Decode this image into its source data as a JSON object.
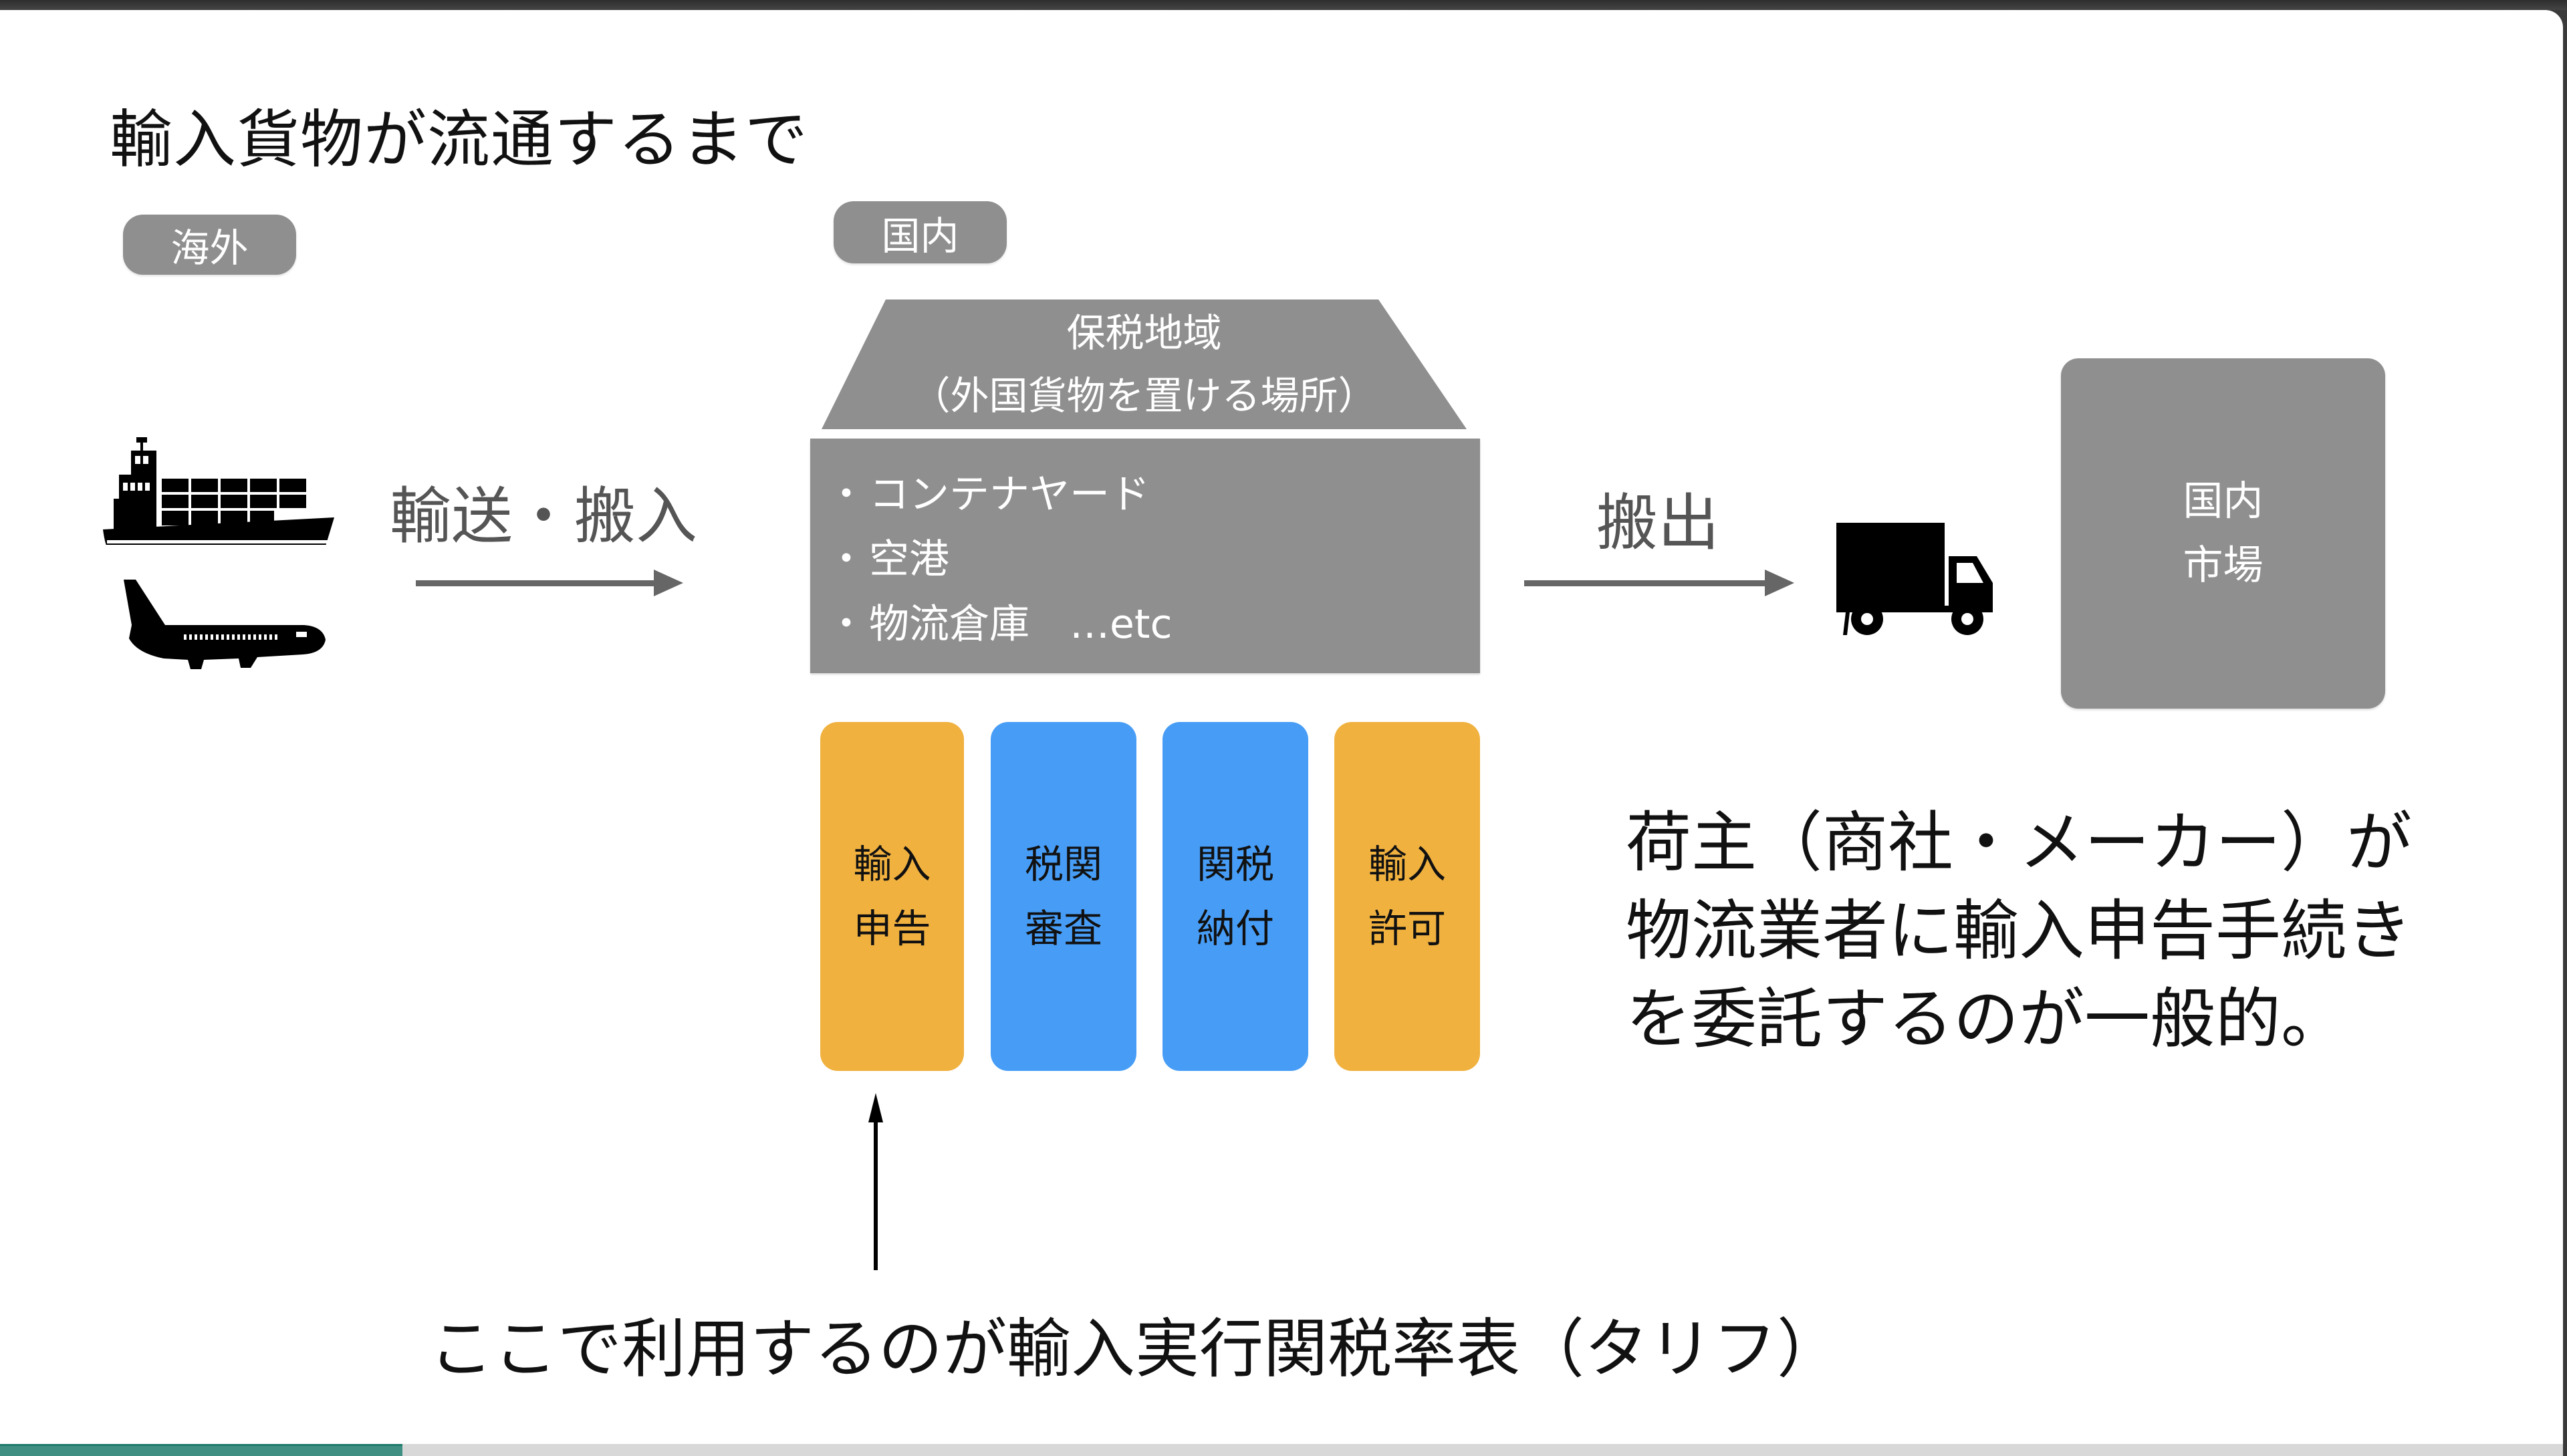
{
  "slide": {
    "title": "輸入貨物が流通するまで",
    "badges": {
      "overseas": "海外",
      "domestic": "国内"
    },
    "bonded_area": {
      "title_line1": "保税地域",
      "title_line2": "（外国貨物を置ける場所）",
      "items": [
        "コンテナヤード",
        "空港",
        "物流倉庫　…etc"
      ]
    },
    "transport_label": "輸送・搬入",
    "export_label": "搬出",
    "steps": [
      {
        "line1": "輸入",
        "line2": "申告",
        "color": "#f0b13f"
      },
      {
        "line1": "税関",
        "line2": "審査",
        "color": "#479df6"
      },
      {
        "line1": "関税",
        "line2": "納付",
        "color": "#479df6"
      },
      {
        "line1": "輸入",
        "line2": "許可",
        "color": "#f0b13f"
      }
    ],
    "market": {
      "line1": "国内",
      "line2": "市場"
    },
    "note_lines": [
      "荷主（商社・メーカー）が",
      "物流業者に輸入申告手続き",
      "を委託するのが一般的。"
    ],
    "bottom_note": "ここで利用するのが輸入実行関税率表（タリフ）",
    "icons": [
      "container-ship-icon",
      "airplane-icon",
      "truck-icon"
    ]
  },
  "progress": {
    "fraction": 0.157,
    "color": "#3f9083"
  },
  "colors": {
    "gray_box": "#8f8f8f",
    "orange": "#f0b13f",
    "blue": "#479df6",
    "arrow_gray": "#666666"
  }
}
